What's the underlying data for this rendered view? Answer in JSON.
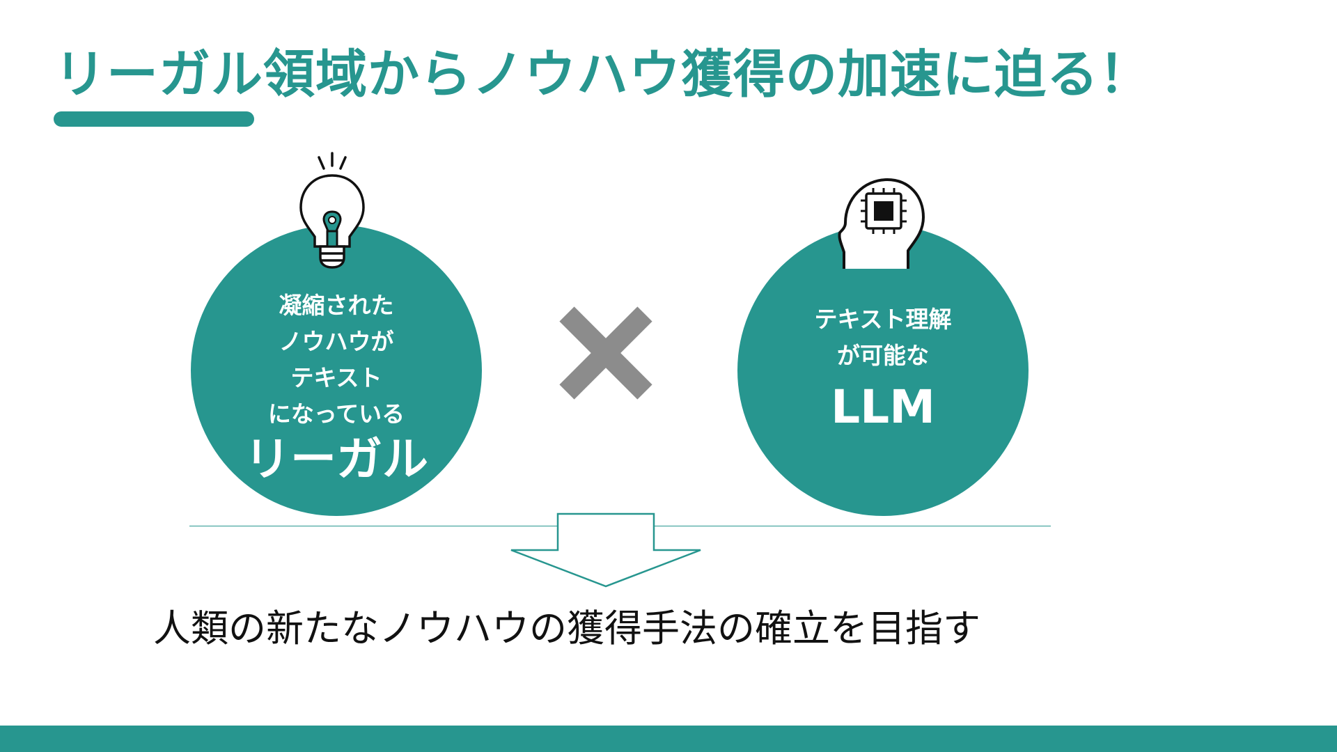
{
  "slide": {
    "title": "リーガル領域からノウハウ獲得の加速に迫る！",
    "left_circle": {
      "lines": [
        "凝縮された",
        "ノウハウが",
        "テキスト",
        "になっている"
      ],
      "emphasis": "リーガル",
      "icon": "lightbulb-icon"
    },
    "operator_icon": "times-icon",
    "right_circle": {
      "lines": [
        "テキスト理解",
        "が可能な"
      ],
      "emphasis": "LLM",
      "icon": "ai-head-chip-icon"
    },
    "arrow_icon": "down-arrow-icon",
    "conclusion": "人類の新たなノウハウの獲得手法の確立を目指す"
  },
  "colors": {
    "accent": "#27968f",
    "operator": "#8c8c8c",
    "text": "#111111",
    "background": "#ffffff"
  }
}
